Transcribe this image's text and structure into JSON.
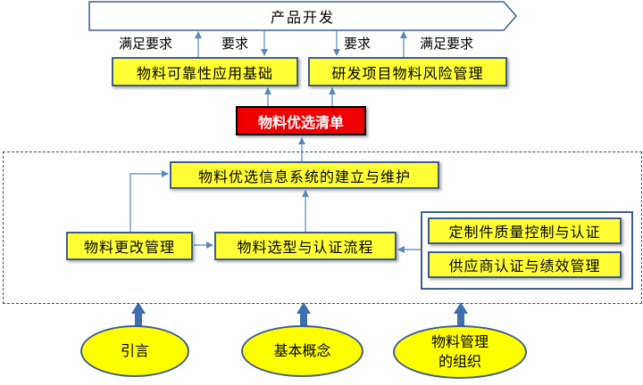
{
  "top_banner": {
    "label": "产品开发"
  },
  "requirements": {
    "left_up": "满足要求",
    "left_down": "要求",
    "right_down": "要求",
    "right_up": "满足要求"
  },
  "top_boxes": {
    "reliability": "物料可靠性应用基础",
    "risk": "研发项目物料风险管理"
  },
  "preferred_list": "物料优选清单",
  "system": {
    "info_system": "物料优选信息系统的建立与维护",
    "change_mgmt": "物料更改管理",
    "selection": "物料选型与认证流程",
    "custom_parts": "定制件质量控制与认证",
    "supplier": "供应商认证与绩效管理"
  },
  "ellipses": {
    "intro": "引言",
    "concepts": "基本概念",
    "org_line1": "物料管理",
    "org_line2": "的组织"
  },
  "colors": {
    "box_fill": "#ffff33",
    "box_border": "#3f5e8c",
    "highlight_fill": "#ee0000",
    "arrow_blue": "#3f6fb0"
  }
}
